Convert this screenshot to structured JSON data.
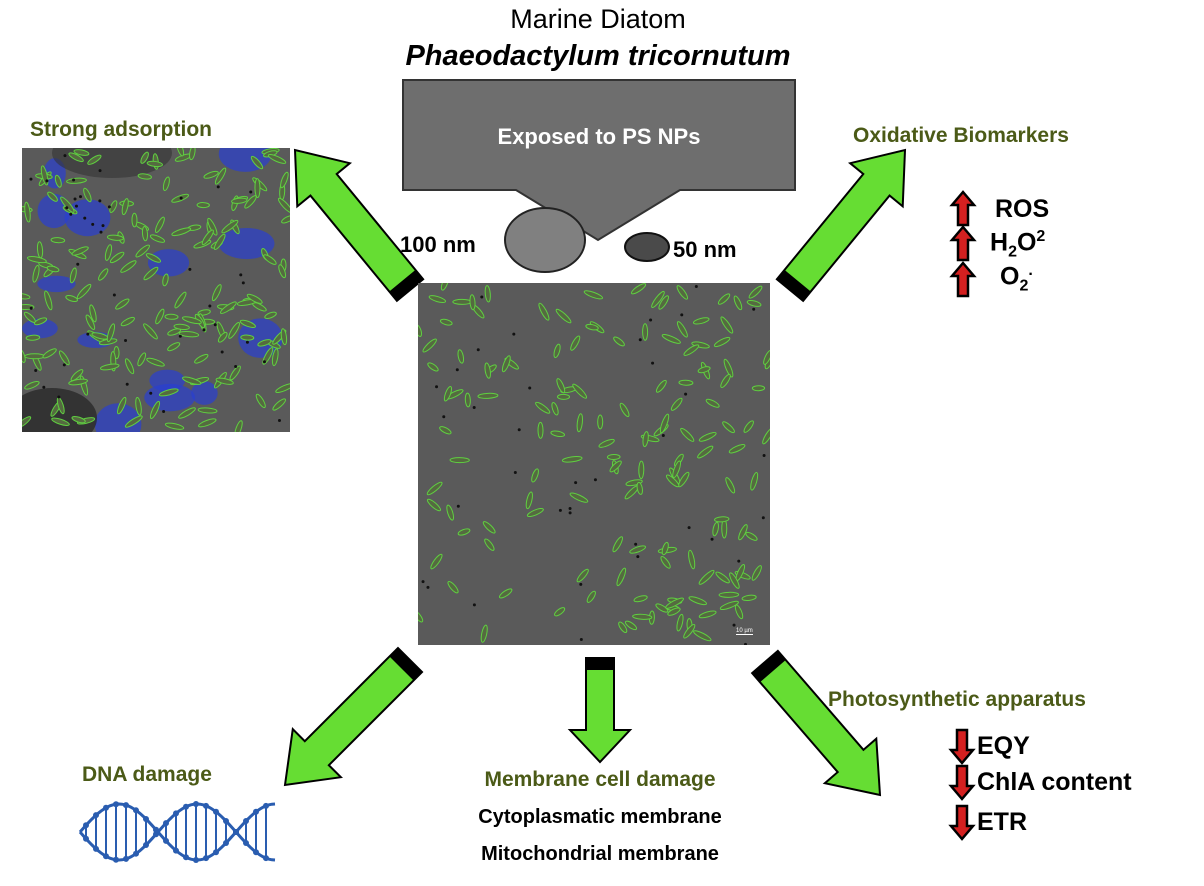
{
  "title": {
    "line1": "Marine Diatom",
    "line2": "Phaeodactylum tricornutum"
  },
  "exposure": {
    "label": "Exposed to PS NPs",
    "large_particle": "100 nm",
    "small_particle": "50 nm"
  },
  "micrograph": {
    "scale_bar": "10 µm"
  },
  "outcomes": {
    "adsorption": {
      "title": "Strong adsorption"
    },
    "oxidative": {
      "title": "Oxidative Biomarkers",
      "items": [
        {
          "label": "ROS",
          "direction": "up"
        },
        {
          "label": "H",
          "sub": "2",
          "label2": "O",
          "sup": "2",
          "direction": "up"
        },
        {
          "label": "O",
          "sub": "2",
          "sup": ".",
          "direction": "up"
        }
      ]
    },
    "dna": {
      "title": "DNA damage"
    },
    "membrane": {
      "title": "Membrane cell damage",
      "items": [
        "Cytoplasmatic membrane",
        "Mitochondrial membrane"
      ]
    },
    "photosynthetic": {
      "title": "Photosynthetic apparatus",
      "items": [
        {
          "label": "EQY",
          "direction": "down"
        },
        {
          "label": "ChlA content",
          "direction": "down"
        },
        {
          "label": "ETR",
          "direction": "down"
        }
      ]
    }
  },
  "colors": {
    "arrow_green": "#66dd33",
    "olive_text": "#4b5a17",
    "trend_red": "#d42020",
    "dna_blue": "#2a5db0"
  }
}
